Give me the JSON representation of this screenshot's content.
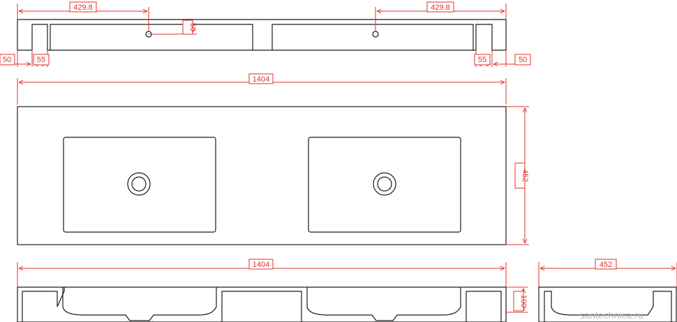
{
  "dims": {
    "top_left_offset": "429.8",
    "top_right_offset": "429.8",
    "drain_depth": "50",
    "left_edge": "50",
    "left_gap": "55",
    "right_gap": "55",
    "right_edge": "50",
    "plan_width": "1404",
    "plan_depth": "452",
    "front_width": "1404",
    "front_height": "100",
    "side_depth": "452"
  },
  "watermark": "santechnica.ru",
  "colors": {
    "outline": "#1a1a1a",
    "dimension": "#e0322b",
    "background": "#ffffff"
  }
}
